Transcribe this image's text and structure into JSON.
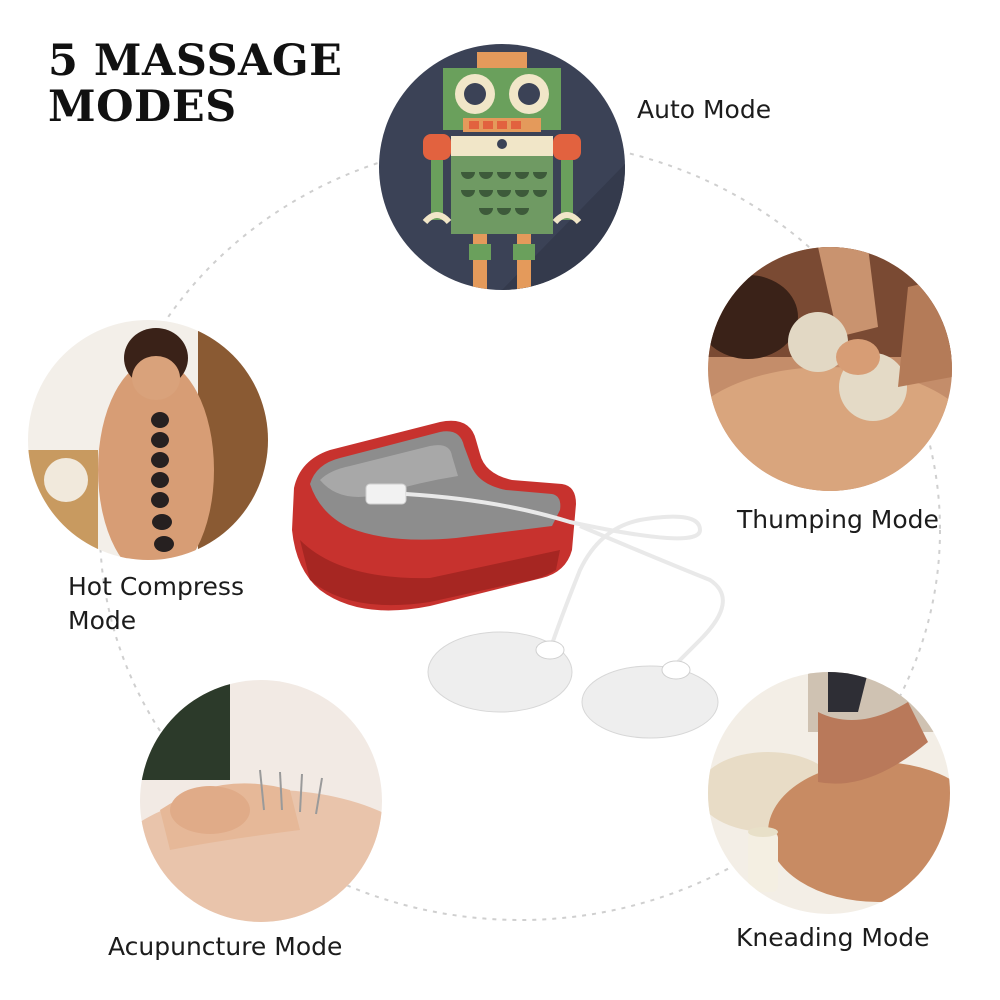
{
  "title": "5 MASSAGE\nMODES",
  "modes": {
    "auto": {
      "label": "Auto Mode",
      "icon": "robot-icon"
    },
    "thumping": {
      "label": "Thumping Mode"
    },
    "hot_compress": {
      "label": "Hot Compress\nMode"
    },
    "acupuncture": {
      "label": "Acupuncture Mode"
    },
    "kneading": {
      "label": "Kneading Mode"
    }
  },
  "colors": {
    "device_red": "#c7322e",
    "device_gray": "#8d8d8d",
    "robot_bg": "#3b4256",
    "robot_body": "#6f9a63",
    "robot_head": "#6aa05c",
    "robot_accent": "#e2623f",
    "skin": "#d79d75",
    "wood": "#8a5a33"
  }
}
